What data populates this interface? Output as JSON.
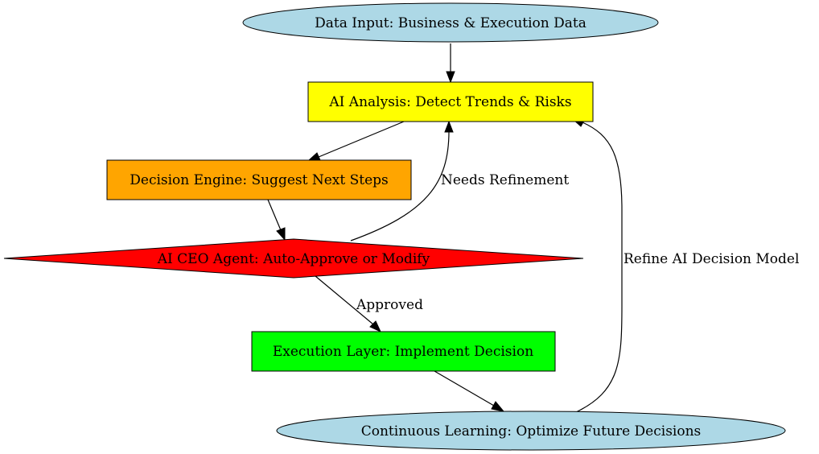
{
  "nodes": {
    "data_input": {
      "label": "Data Input: Business & Execution Data",
      "shape": "ellipse",
      "fill": "#add8e6"
    },
    "ai_analysis": {
      "label": "AI Analysis: Detect Trends & Risks",
      "shape": "box",
      "fill": "#ffff00"
    },
    "decision_engine": {
      "label": "Decision Engine: Suggest Next Steps",
      "shape": "box",
      "fill": "#ffa500"
    },
    "ai_ceo_agent": {
      "label": "AI CEO Agent: Auto-Approve or Modify",
      "shape": "diamond",
      "fill": "#ff0000"
    },
    "execution_layer": {
      "label": "Execution Layer: Implement Decision",
      "shape": "box",
      "fill": "#00ff00"
    },
    "continuous_learning": {
      "label": "Continuous Learning: Optimize Future Decisions",
      "shape": "ellipse",
      "fill": "#add8e6"
    }
  },
  "edges": {
    "needs_refinement": {
      "label": "Needs Refinement"
    },
    "approved": {
      "label": "Approved"
    },
    "refine_model": {
      "label": "Refine AI Decision Model"
    }
  }
}
